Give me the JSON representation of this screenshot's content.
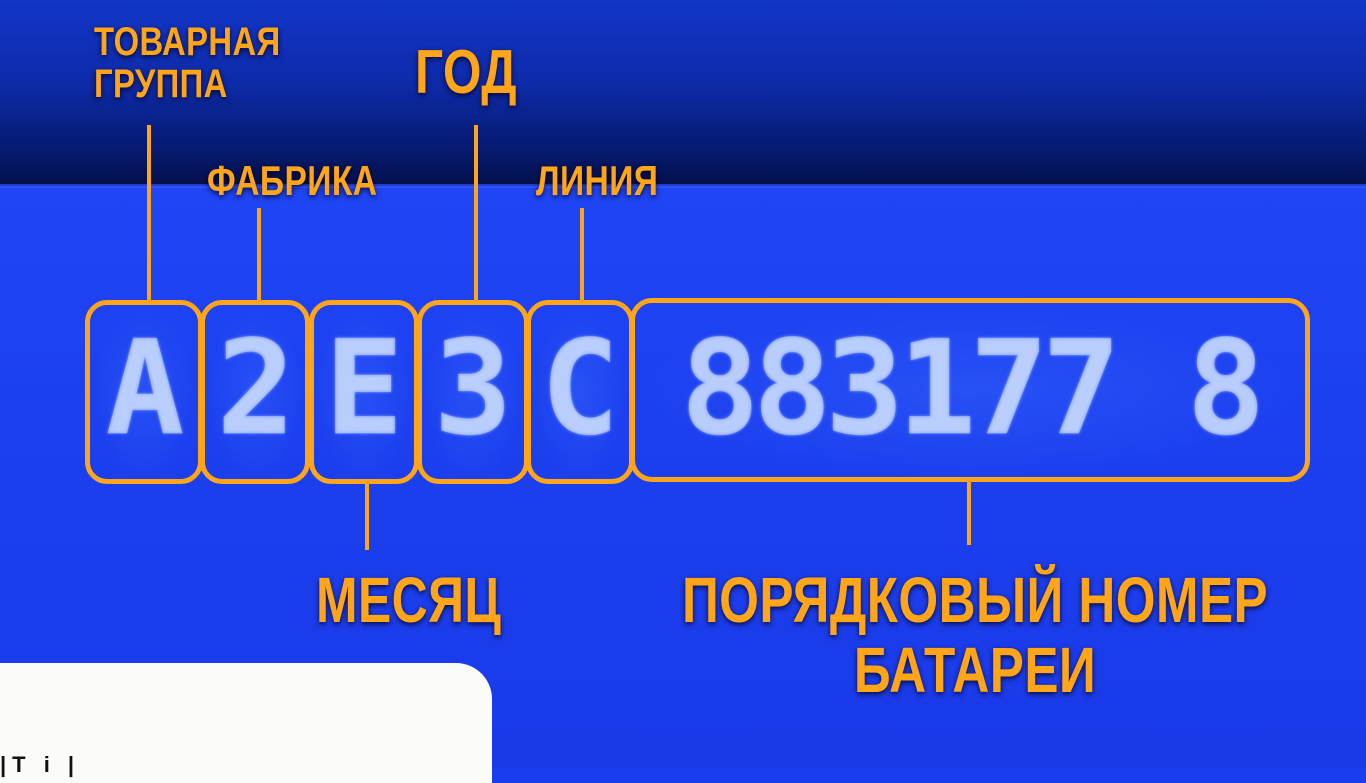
{
  "image": {
    "description": "Blue battery case with embossed serial code, annotated with orange boxes and Russian labels",
    "colors": {
      "accent": "#ffa51a",
      "background": "#1a3df0",
      "top_band": "#061a6e",
      "sticker": "#fbfbf8"
    }
  },
  "labels": {
    "product_group_line1": "ТОВАРНАЯ",
    "product_group_line2": "ГРУППА",
    "factory": "ФАБРИКА",
    "year": "ГОД",
    "line": "ЛИНИЯ",
    "month": "МЕСЯЦ",
    "serial_line1": "ПОРЯДКОВЫЙ НОМЕР",
    "serial_line2": "БАТАРЕИ"
  },
  "code": {
    "product_group": "A",
    "factory": "2",
    "month": "E",
    "year": "3",
    "line": "C",
    "serial_number": "883177 8"
  },
  "sticker": {
    "text_fragment": "|T i |"
  }
}
